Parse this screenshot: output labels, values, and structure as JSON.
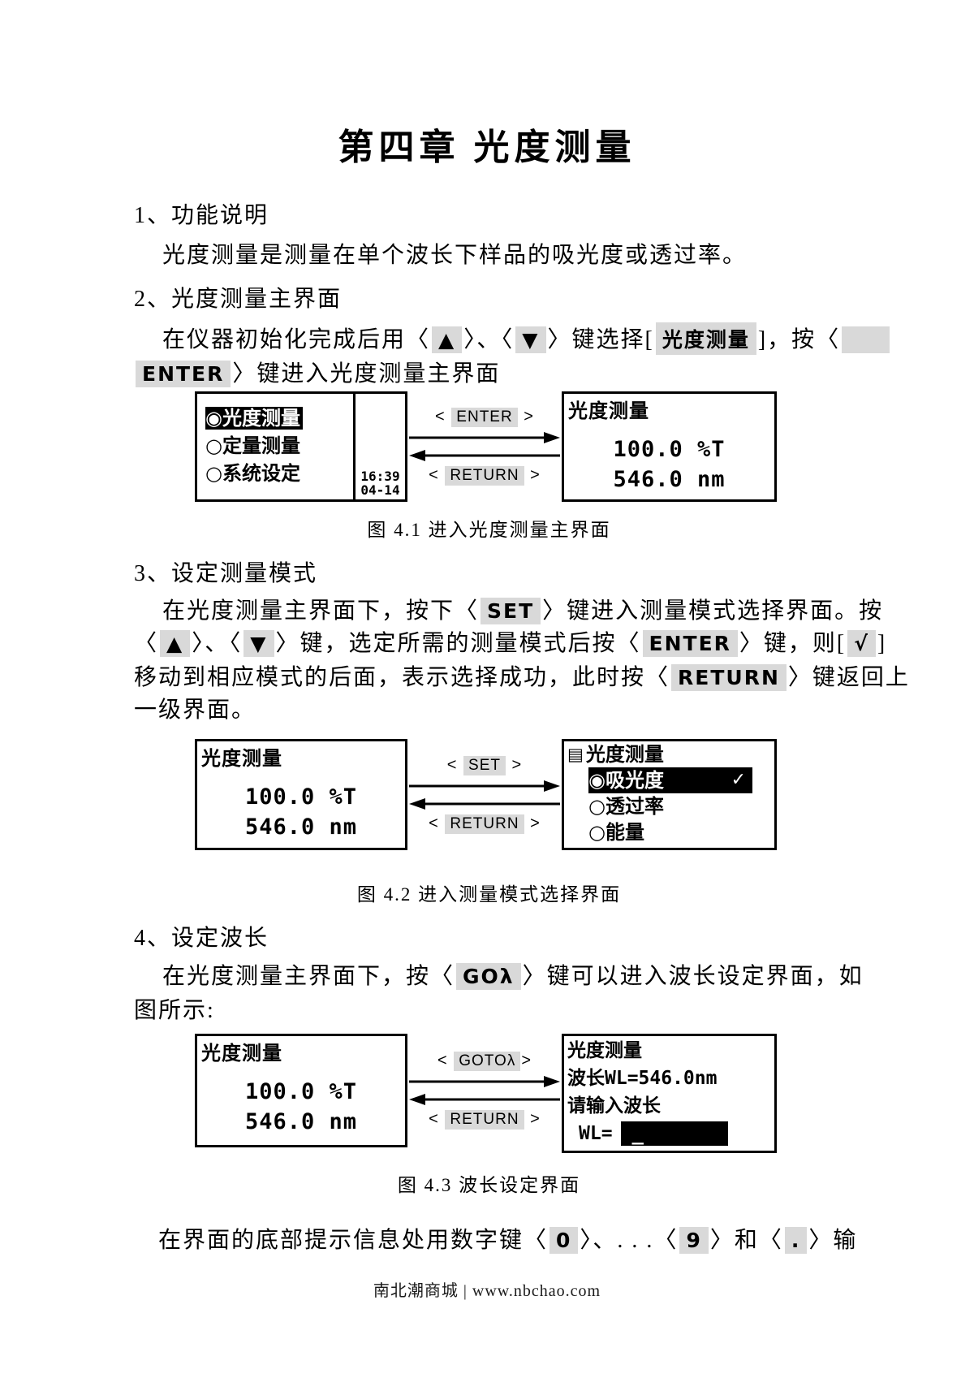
{
  "title": "第四章 光度测量",
  "colors": {
    "highlight": "#d9d9d9",
    "ink": "#000000",
    "paper": "#ffffff"
  },
  "section1": {
    "heading": "1、功能说明",
    "line1": [
      {
        "t": "光度测量是测量在单个波长下样品的吸光度或透过率。"
      }
    ]
  },
  "section2": {
    "heading": "2、光度测量主界面",
    "line1": [
      {
        "t": "在仪器初始化完成后用〈"
      },
      {
        "k": "▲"
      },
      {
        "t": "〉、〈"
      },
      {
        "k": "▼"
      },
      {
        "t": "〉键选择["
      },
      {
        "k": "光度测量"
      },
      {
        "t": "]，按〈"
      },
      {
        "k": "    "
      }
    ],
    "line2": [
      {
        "k": "ENTER"
      },
      {
        "t": "〉键进入光度测量主界面"
      }
    ]
  },
  "fig1": {
    "left_screen": {
      "menu": [
        {
          "icon": "◉",
          "label": "光度测量",
          "selected": true
        },
        {
          "icon": "○",
          "label": "定量测量",
          "selected": false
        },
        {
          "icon": "○",
          "label": "系统设定",
          "selected": false
        }
      ],
      "time": "16:39",
      "date": "04-14"
    },
    "arrow_top": [
      {
        "t": "< "
      },
      {
        "k": "ENTER"
      },
      {
        "t": " >"
      }
    ],
    "arrow_bottom": [
      {
        "t": "< "
      },
      {
        "k": "RETURN"
      },
      {
        "t": " >"
      }
    ],
    "right_screen": {
      "title": "光度测量",
      "value1": "100.0 %T",
      "value2": "546.0 nm"
    },
    "caption": "图 4.1 进入光度测量主界面"
  },
  "section3": {
    "heading": "3、设定测量模式",
    "line1": [
      {
        "t": "在光度测量主界面下，按下〈"
      },
      {
        "k": "SET"
      },
      {
        "t": "〉键进入测量模式选择界面。按"
      }
    ],
    "line2": [
      {
        "t": "〈"
      },
      {
        "k": "▲"
      },
      {
        "t": "〉、〈"
      },
      {
        "k": "▼"
      },
      {
        "t": "〉键，选定所需的测量模式后按〈"
      },
      {
        "k": "ENTER"
      },
      {
        "t": "〉键，则["
      },
      {
        "k": "√"
      },
      {
        "t": "]"
      }
    ],
    "line3": [
      {
        "t": "移动到相应模式的后面，表示选择成功，此时按〈"
      },
      {
        "k": "RETURN"
      },
      {
        "t": "〉键返回上"
      }
    ],
    "line4": [
      {
        "t": "一级界面。"
      }
    ]
  },
  "fig2": {
    "left_screen": {
      "title": "光度测量",
      "value1": "100.0 %T",
      "value2": "546.0 nm"
    },
    "arrow_top": [
      {
        "t": "< "
      },
      {
        "k": "SET"
      },
      {
        "t": " >"
      }
    ],
    "arrow_bottom": [
      {
        "t": "< "
      },
      {
        "k": "RETURN"
      },
      {
        "t": " >"
      }
    ],
    "right_screen": {
      "header_icon": "▤",
      "header": "光度测量",
      "options": [
        {
          "icon": "◉",
          "label": "吸光度",
          "selected": true,
          "check": "✓"
        },
        {
          "icon": "○",
          "label": "透过率",
          "selected": false
        },
        {
          "icon": "○",
          "label": "能量",
          "selected": false
        }
      ]
    },
    "caption": "图 4.2 进入测量模式选择界面"
  },
  "section4": {
    "heading": "4、设定波长",
    "line1": [
      {
        "t": "在光度测量主界面下，按〈"
      },
      {
        "k": "GOλ"
      },
      {
        "t": "〉键可以进入波长设定界面，如"
      }
    ],
    "line2": [
      {
        "t": "图所示:"
      }
    ]
  },
  "fig3": {
    "left_screen": {
      "title": "光度测量",
      "value1": "100.0 %T",
      "value2": "546.0 nm"
    },
    "arrow_top": [
      {
        "t": "< "
      },
      {
        "k": "GOTOλ"
      },
      {
        "t": ">"
      }
    ],
    "arrow_bottom": [
      {
        "t": "< "
      },
      {
        "k": "RETURN"
      },
      {
        "t": " >"
      }
    ],
    "right_screen": {
      "title": "光度测量",
      "line2": "波长WL=546.0nm",
      "line3": "请输入波长",
      "input_label": "WL=",
      "cursor": "_"
    },
    "caption": "图 4.3  波长设定界面"
  },
  "bottom": {
    "line1": [
      {
        "t": "在界面的底部提示信息处用数字键〈"
      },
      {
        "k": "0"
      },
      {
        "t": "〉、. . .〈"
      },
      {
        "k": "9"
      },
      {
        "t": "〉和〈"
      },
      {
        "k": "."
      },
      {
        "t": "〉输"
      }
    ]
  },
  "footer": "南北潮商城 | www.nbchao.com"
}
